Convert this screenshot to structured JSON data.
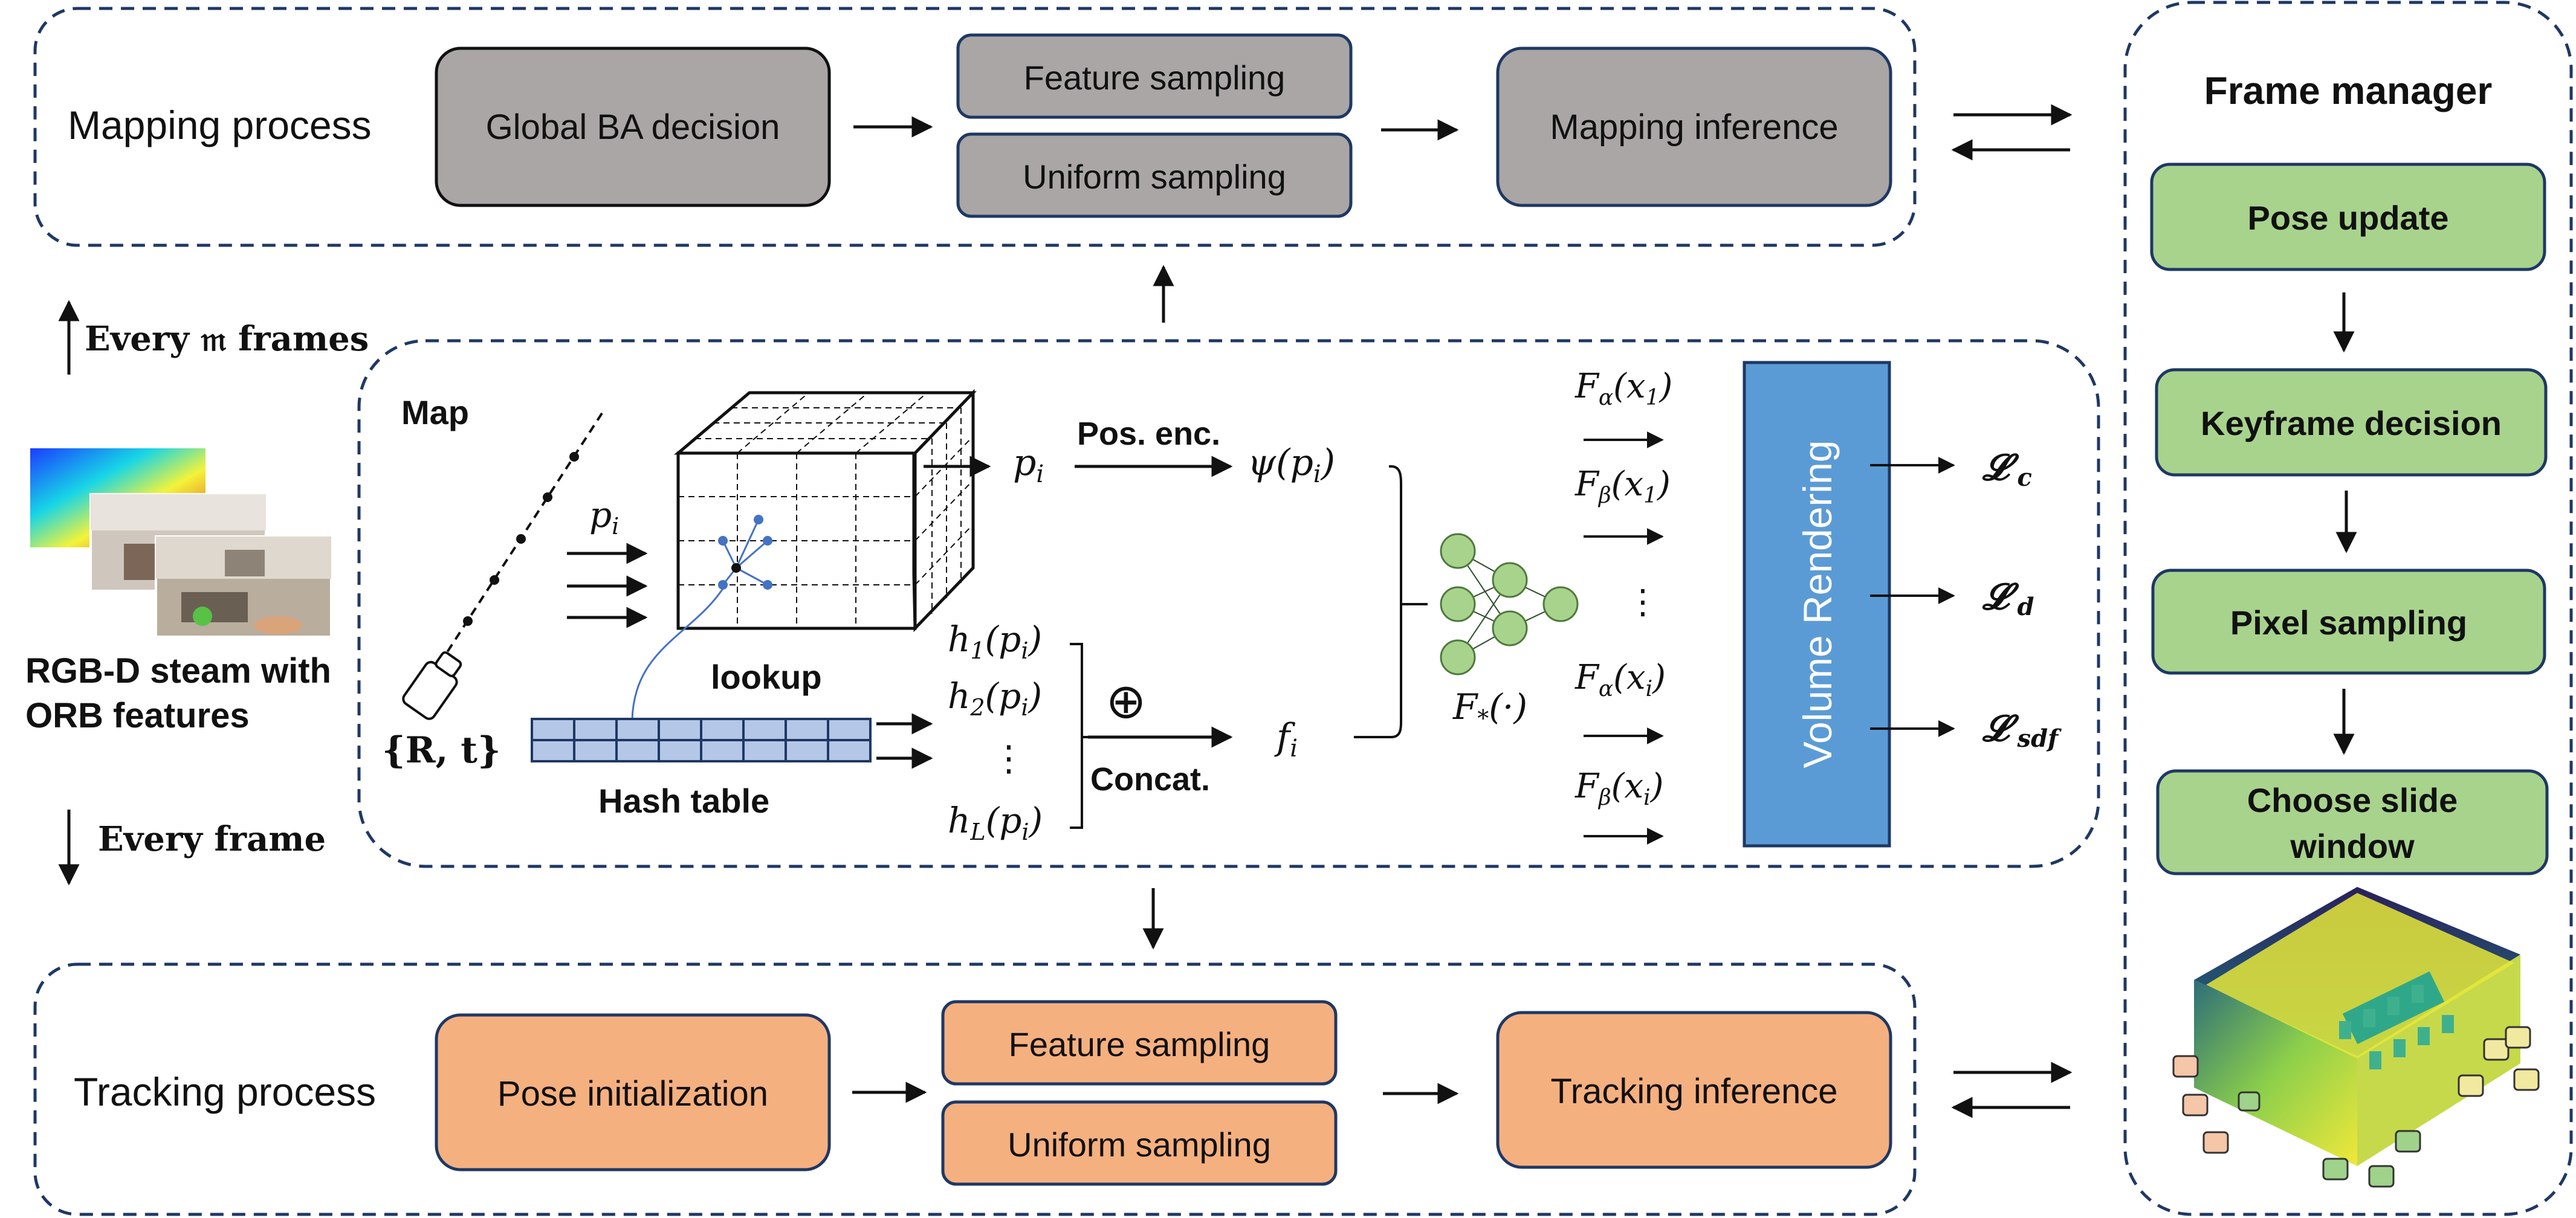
{
  "mapping": {
    "title": "Mapping process",
    "ba_decision": "Global BA decision",
    "feature_sampling": "Feature sampling",
    "uniform_sampling": "Uniform sampling",
    "inference": "Mapping inference",
    "box_color": "#a9a6a5"
  },
  "tracking": {
    "title": "Tracking process",
    "pose_init": "Pose initialization",
    "feature_sampling": "Feature sampling",
    "uniform_sampling": "Uniform sampling",
    "inference": "Tracking inference",
    "box_color": "#f5b07f"
  },
  "frame_manager": {
    "title": "Frame manager",
    "steps": [
      "Pose update",
      "Keyframe decision",
      "Pixel sampling",
      "Choose slide window"
    ],
    "box_color": "#a8d38d"
  },
  "input": {
    "caption_line1": "RGB-D steam with",
    "caption_line2": "ORB features",
    "every_m_frames": "Every 𝔪 frames",
    "every_frame": "Every frame"
  },
  "map": {
    "title": "Map",
    "lookup": "lookup",
    "hash_table": "Hash table",
    "pos_enc": "Pos. enc.",
    "concat": "Concat.",
    "oplus": "⊕",
    "pose_label": "{R, t}",
    "pi": "p",
    "pi_sub": "i",
    "psi": "ψ(p",
    "fi": "f",
    "h1": "h",
    "dots": "⋮",
    "network": "F",
    "volume_rendering": "Volume Rendering",
    "volume_color": "#5b9bd5",
    "f_alpha_1": "F",
    "losses": [
      "𝓛 c",
      "𝓛 d",
      "𝓛 sdf"
    ]
  },
  "colors": {
    "dashed_border": "#1f3864",
    "accent_blue": "#4472c4",
    "node_green": "#a8d38d"
  }
}
